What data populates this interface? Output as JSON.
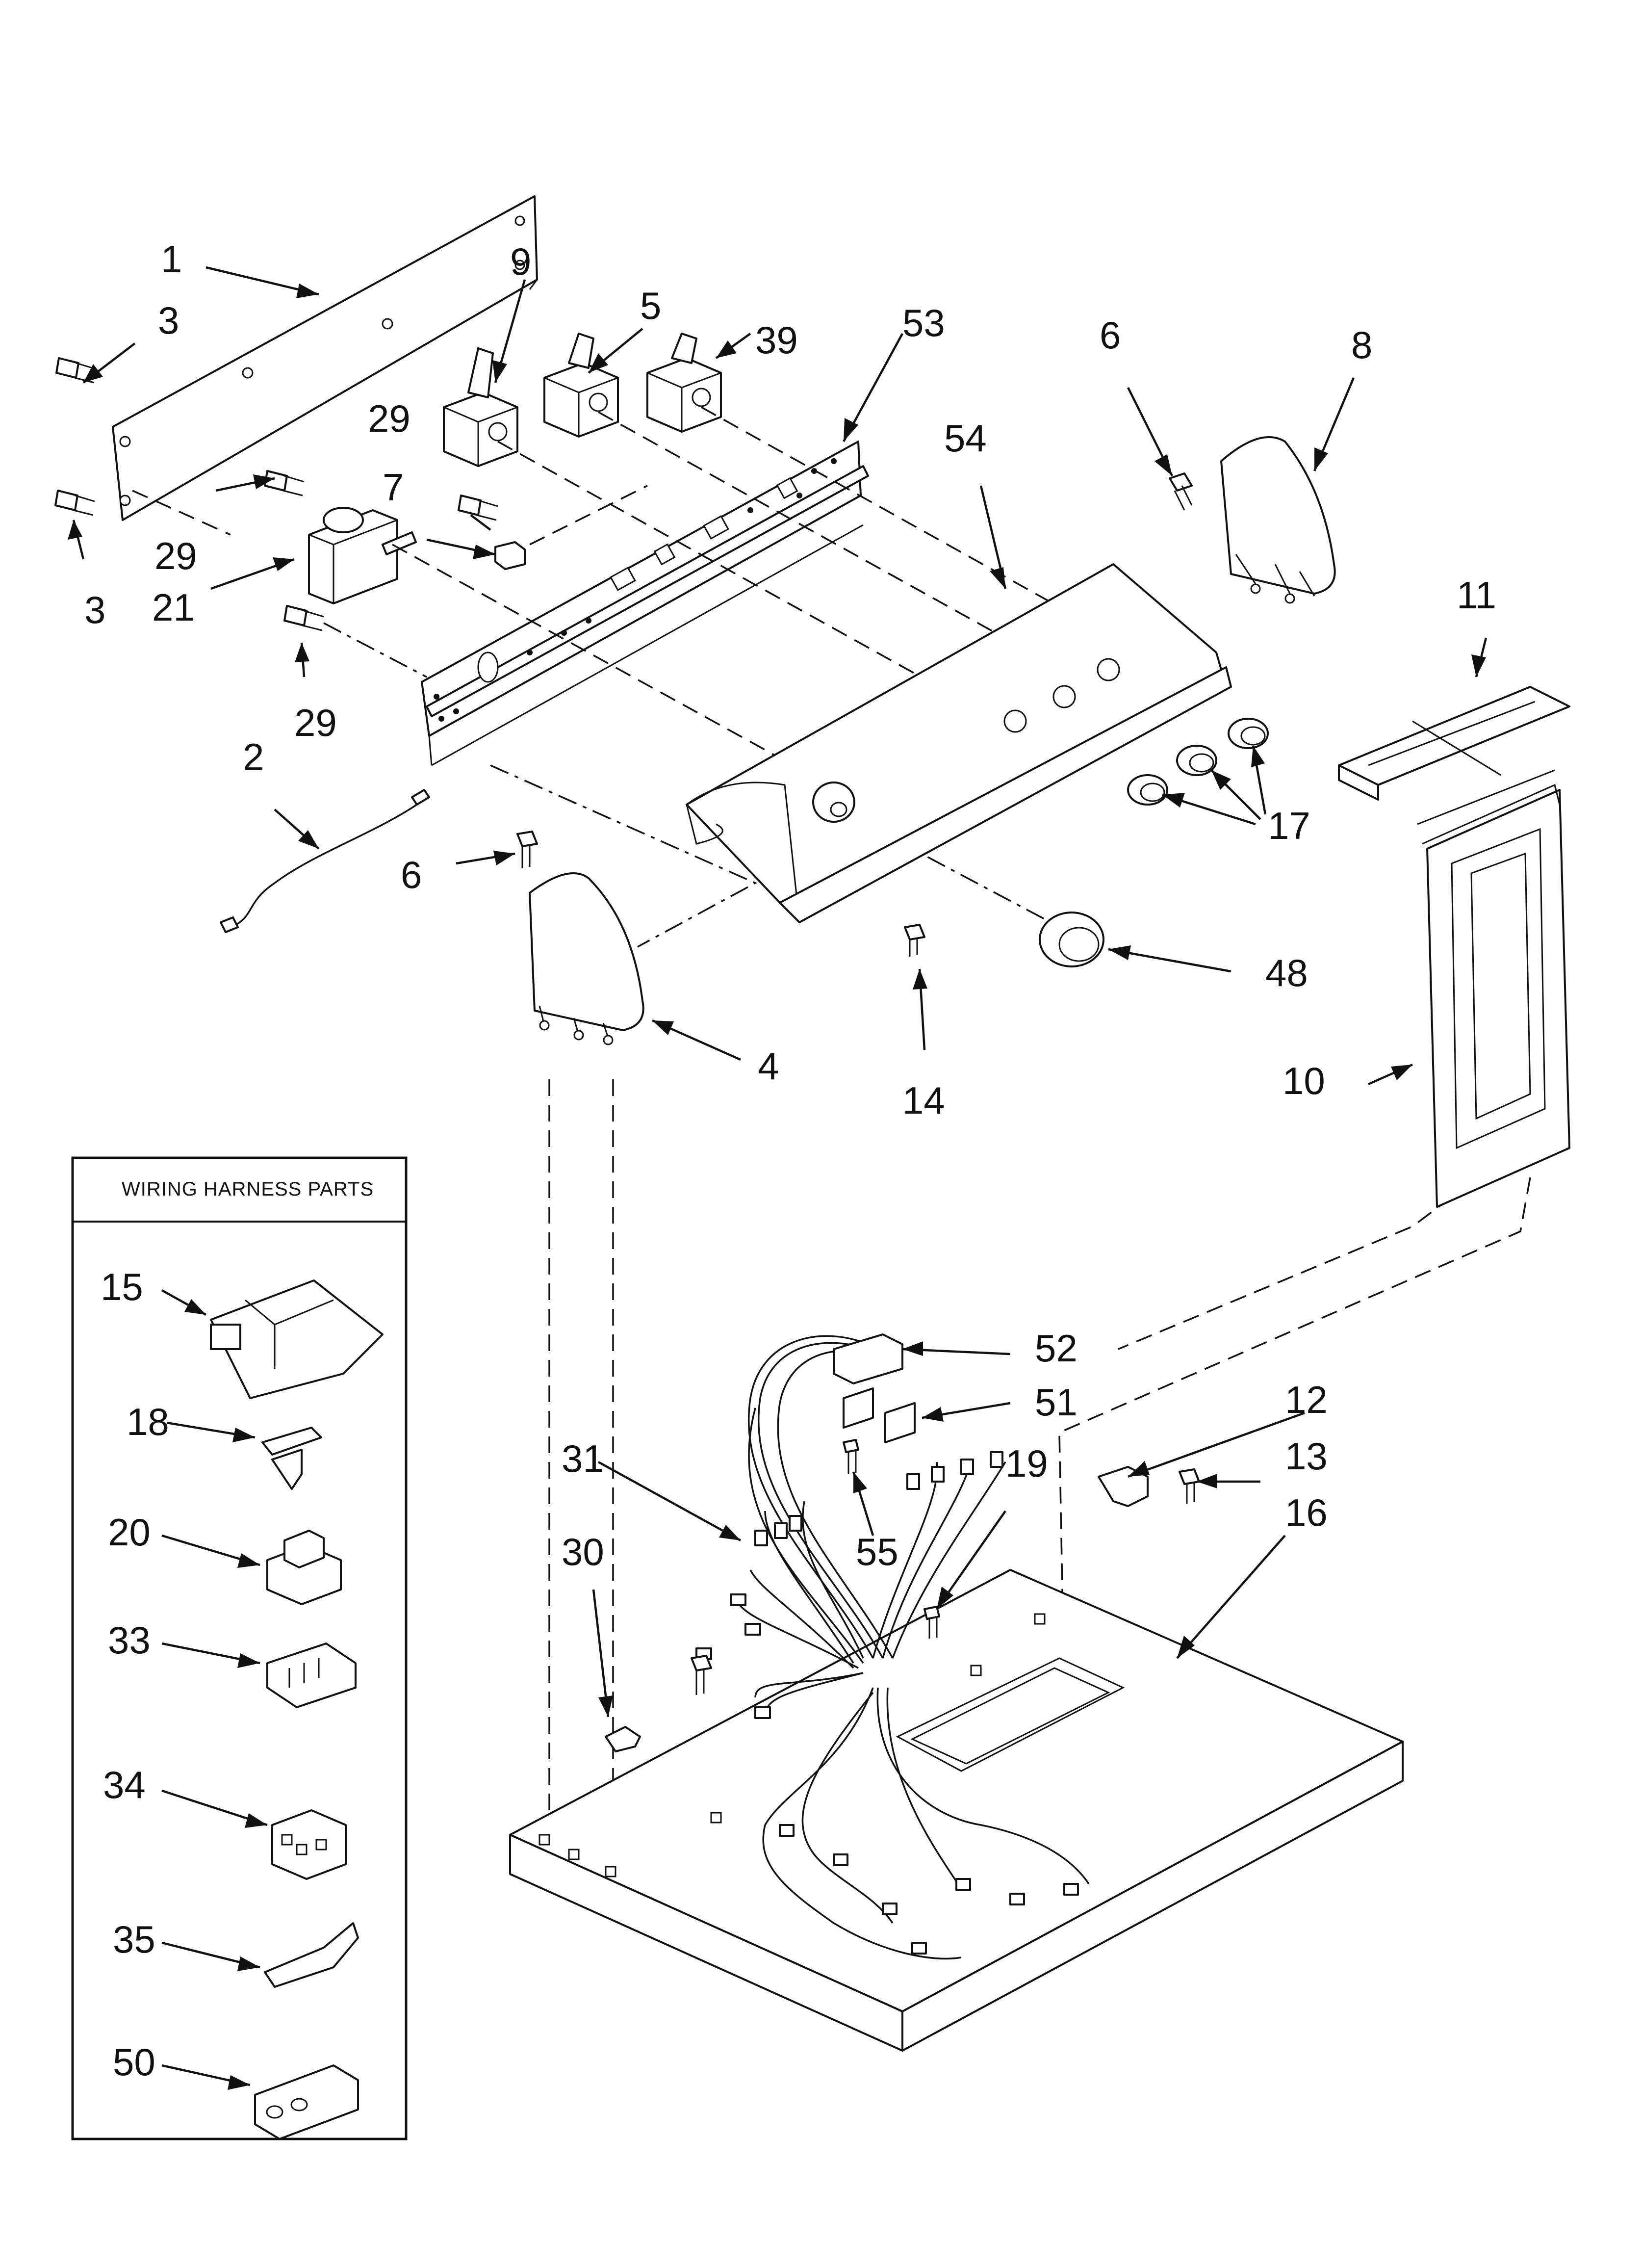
{
  "legend": {
    "title": "WIRING HARNESS PARTS",
    "items": [
      "15",
      "18",
      "20",
      "33",
      "34",
      "35",
      "50"
    ]
  },
  "callouts": [
    {
      "id": "c1",
      "text": "1"
    },
    {
      "id": "c3a",
      "text": "3"
    },
    {
      "id": "c3b",
      "text": "3"
    },
    {
      "id": "c9",
      "text": "9"
    },
    {
      "id": "c5",
      "text": "5"
    },
    {
      "id": "c39",
      "text": "39"
    },
    {
      "id": "c53",
      "text": "53"
    },
    {
      "id": "c6a",
      "text": "6"
    },
    {
      "id": "c8",
      "text": "8"
    },
    {
      "id": "c29a",
      "text": "29"
    },
    {
      "id": "c7",
      "text": "7"
    },
    {
      "id": "c54",
      "text": "54"
    },
    {
      "id": "c29b",
      "text": "29"
    },
    {
      "id": "c21",
      "text": "21"
    },
    {
      "id": "c29c",
      "text": "29"
    },
    {
      "id": "c11",
      "text": "11"
    },
    {
      "id": "c2",
      "text": "2"
    },
    {
      "id": "c17",
      "text": "17"
    },
    {
      "id": "c6b",
      "text": "6"
    },
    {
      "id": "c48",
      "text": "48"
    },
    {
      "id": "c4",
      "text": "4"
    },
    {
      "id": "c14",
      "text": "14"
    },
    {
      "id": "c10",
      "text": "10"
    },
    {
      "id": "c52",
      "text": "52"
    },
    {
      "id": "c51",
      "text": "51"
    },
    {
      "id": "c12",
      "text": "12"
    },
    {
      "id": "c31",
      "text": "31"
    },
    {
      "id": "c13",
      "text": "13"
    },
    {
      "id": "c19",
      "text": "19"
    },
    {
      "id": "c16",
      "text": "16"
    },
    {
      "id": "c55",
      "text": "55"
    },
    {
      "id": "c30",
      "text": "30"
    }
  ]
}
